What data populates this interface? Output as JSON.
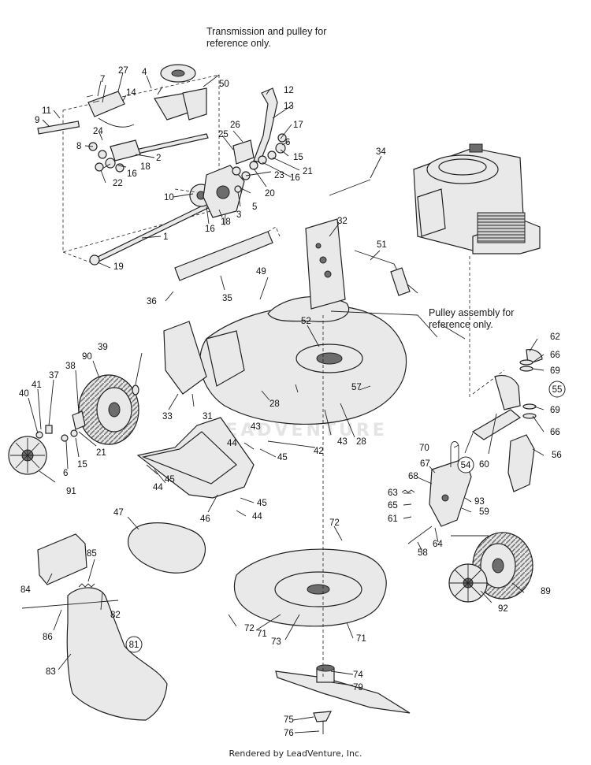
{
  "notes": {
    "transmission": [
      "Transmission and pulley for",
      "reference only."
    ],
    "pulley": [
      "Pulley assembly for",
      "reference only."
    ]
  },
  "footer": "Rendered by LeadVenture, Inc.",
  "watermark": "LEADVENTURE",
  "callouts": {
    "c1": "1",
    "c2": "2",
    "c3": "3",
    "c4": "4",
    "c5": "5",
    "c6a": "6",
    "c6b": "6",
    "c7": "7",
    "c8": "8",
    "c9": "9",
    "c10": "10",
    "c11": "11",
    "c12": "12",
    "c13": "13",
    "c14": "14",
    "c15a": "15",
    "c15b": "15",
    "c16a": "16",
    "c16b": "16",
    "c16c": "16",
    "c17": "17",
    "c18a": "18",
    "c18b": "18",
    "c19": "19",
    "c20": "20",
    "c21a": "21",
    "c21b": "21",
    "c22": "22",
    "c23": "23",
    "c24": "24",
    "c25": "25",
    "c26": "26",
    "c27": "27",
    "c28a": "28",
    "c28b": "28",
    "c31": "31",
    "c32": "32",
    "c33": "33",
    "c34": "34",
    "c35": "35",
    "c36": "36",
    "c37": "37",
    "c38": "38",
    "c39": "39",
    "c40": "40",
    "c41": "41",
    "c42": "42",
    "c43a": "43",
    "c43b": "43",
    "c44a": "44",
    "c44b": "44",
    "c44c": "44",
    "c45a": "45",
    "c45b": "45",
    "c45c": "45",
    "c46": "46",
    "c47": "47",
    "c49": "49",
    "c50": "50",
    "c51": "51",
    "c52": "52",
    "c56": "56",
    "c57": "57",
    "c58": "58",
    "c59": "59",
    "c60": "60",
    "c61": "61",
    "c62": "62",
    "c63": "63",
    "c64": "64",
    "c65": "65",
    "c66a": "66",
    "c66b": "66",
    "c67": "67",
    "c68": "68",
    "c69a": "69",
    "c69b": "69",
    "c70": "70",
    "c71a": "71",
    "c71b": "71",
    "c72a": "72",
    "c72b": "72",
    "c73": "73",
    "c74": "74",
    "c75": "75",
    "c76": "76",
    "c79": "79",
    "c82": "82",
    "c83": "83",
    "c84": "84",
    "c85": "85",
    "c86": "86",
    "c89": "89",
    "c90": "90",
    "c91": "91",
    "c92": "92",
    "c93": "93"
  },
  "circled": {
    "c54": "54",
    "c55": "55",
    "c81": "81"
  }
}
